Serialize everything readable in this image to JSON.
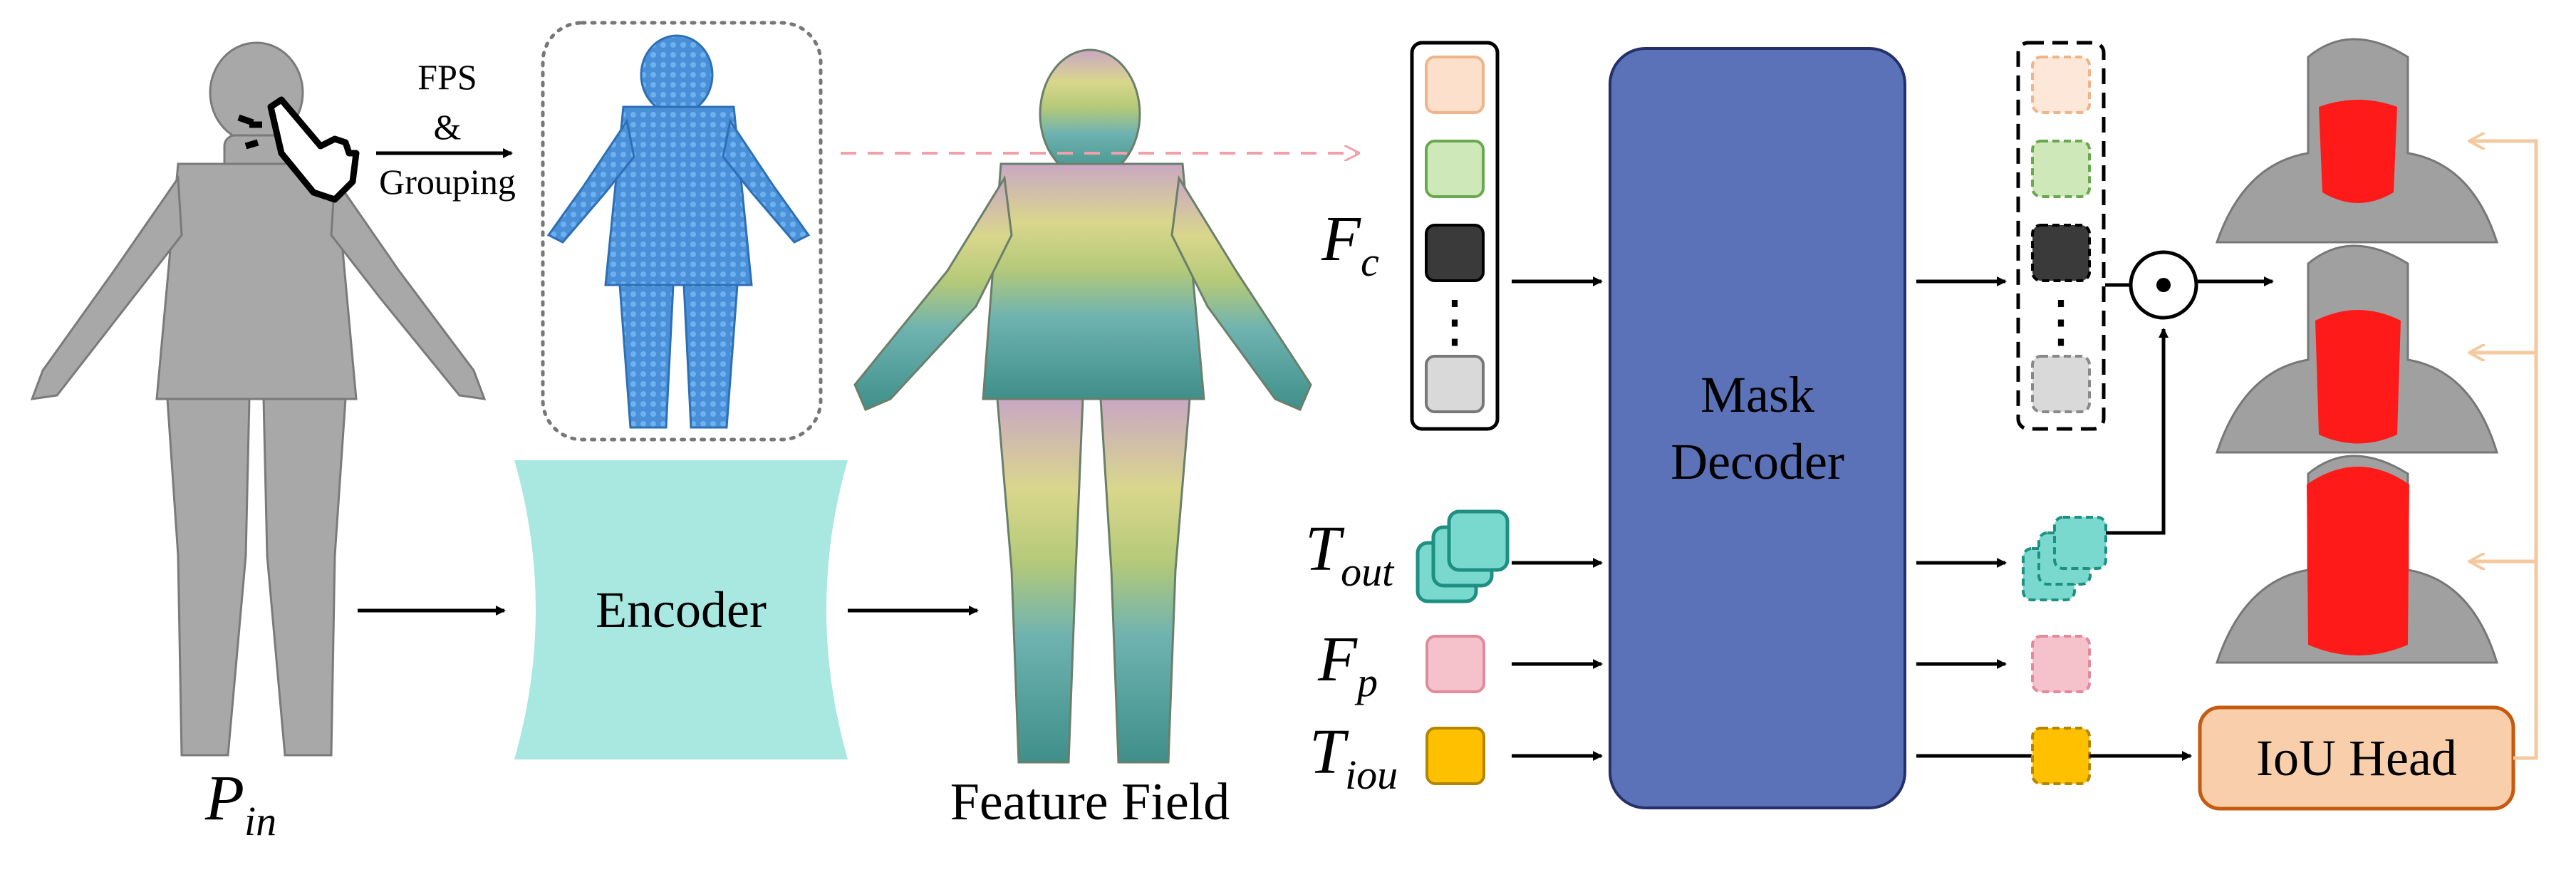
{
  "labels": {
    "p_in_main": "P",
    "p_in_sub": "in",
    "fps_line1": "FPS",
    "fps_line2": "&",
    "fps_line3": "Grouping",
    "encoder": "Encoder",
    "feature_field": "Feature Field",
    "fc_main": "F",
    "fc_sub": "c",
    "tout_main": "T",
    "tout_sub": "out",
    "fp_main": "F",
    "fp_sub": "p",
    "tiou_main": "T",
    "tiou_sub": "iou",
    "decoder_line1": "Mask",
    "decoder_line2": "Decoder",
    "dots": "⋮",
    "iou_head": "IoU Head"
  },
  "colors": {
    "encoder_fill": "#a8e8e0",
    "decoder_fill": "#5b72b8",
    "decoder_stroke": "#25306b",
    "token_orange": "#fde0cc",
    "token_orange_stroke": "#f0b48a",
    "token_green": "#cfe8b9",
    "token_green_stroke": "#6aa84f",
    "token_black": "#3a3a3a",
    "token_gray": "#d9d9d9",
    "token_pink": "#f5c2cc",
    "token_pink_stroke": "#e08a9a",
    "token_yellow": "#ffc000",
    "token_yellow_stroke": "#b38600",
    "token_teal": "#7ad9cf",
    "token_teal_stroke": "#1f8f82",
    "iou_fill": "#f8cfaa",
    "iou_stroke": "#c55a11",
    "feedback_arrow": "#f4c9a0",
    "dashed_arrow": "#f0a0a8",
    "mask_red": "#ff1a1a",
    "pointcloud_blue": "#4a90d9",
    "figure_gray": "#9e9e9e"
  },
  "icons": [
    "hand-pointer-icon",
    "dot-product-icon"
  ]
}
